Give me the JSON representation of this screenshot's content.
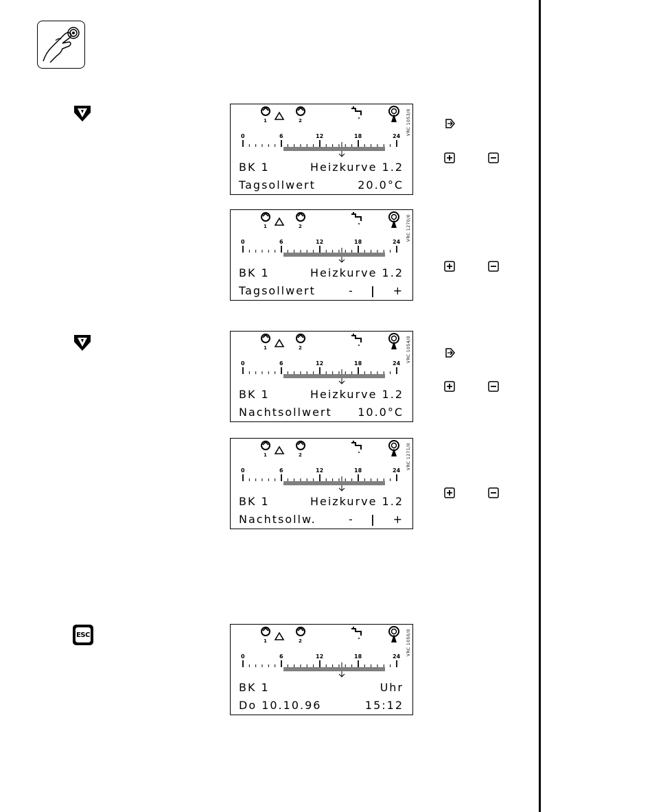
{
  "panels": [
    {
      "ref": "VRC 1053/0",
      "line1_left": "BK 1",
      "line1_right": "Heizkurve 1.2",
      "line2_left": "Tagsollwert",
      "line2_right": "20.0°C",
      "bar": false
    },
    {
      "ref": "VRC 1270/0",
      "line1_left": "BK 1",
      "line1_right": "Heizkurve 1.2",
      "line2_left": "Tagsollwert",
      "line2_right": "+",
      "line2_minus": "-",
      "bar": true
    },
    {
      "ref": "VRC 1054/0",
      "line1_left": "BK 1",
      "line1_right": "Heizkurve 1.2",
      "line2_left": "Nachtsollwert",
      "line2_right": "10.0°C",
      "bar": false
    },
    {
      "ref": "VRC 1271/0",
      "line1_left": "BK 1",
      "line1_right": "Heizkurve 1.2",
      "line2_left": "Nachtsollw.",
      "line2_right": "+",
      "line2_minus": "-",
      "bar": true
    },
    {
      "ref": "VRC 1050/0",
      "line1_left": "BK 1",
      "line1_right": "Uhr",
      "line2_left": "Do 10.10.96",
      "line2_right": "15:12",
      "bar": false
    }
  ],
  "pump_labels": [
    "1",
    "2"
  ],
  "scale_labels": [
    "0",
    "6",
    "12",
    "18",
    "24"
  ],
  "esc_label": "ESC",
  "icons": {
    "hand": "hand-press-icon",
    "down": "down-arrow-button-icon",
    "enter": "enter-icon",
    "plus": "plus-icon",
    "minus": "minus-icon"
  }
}
